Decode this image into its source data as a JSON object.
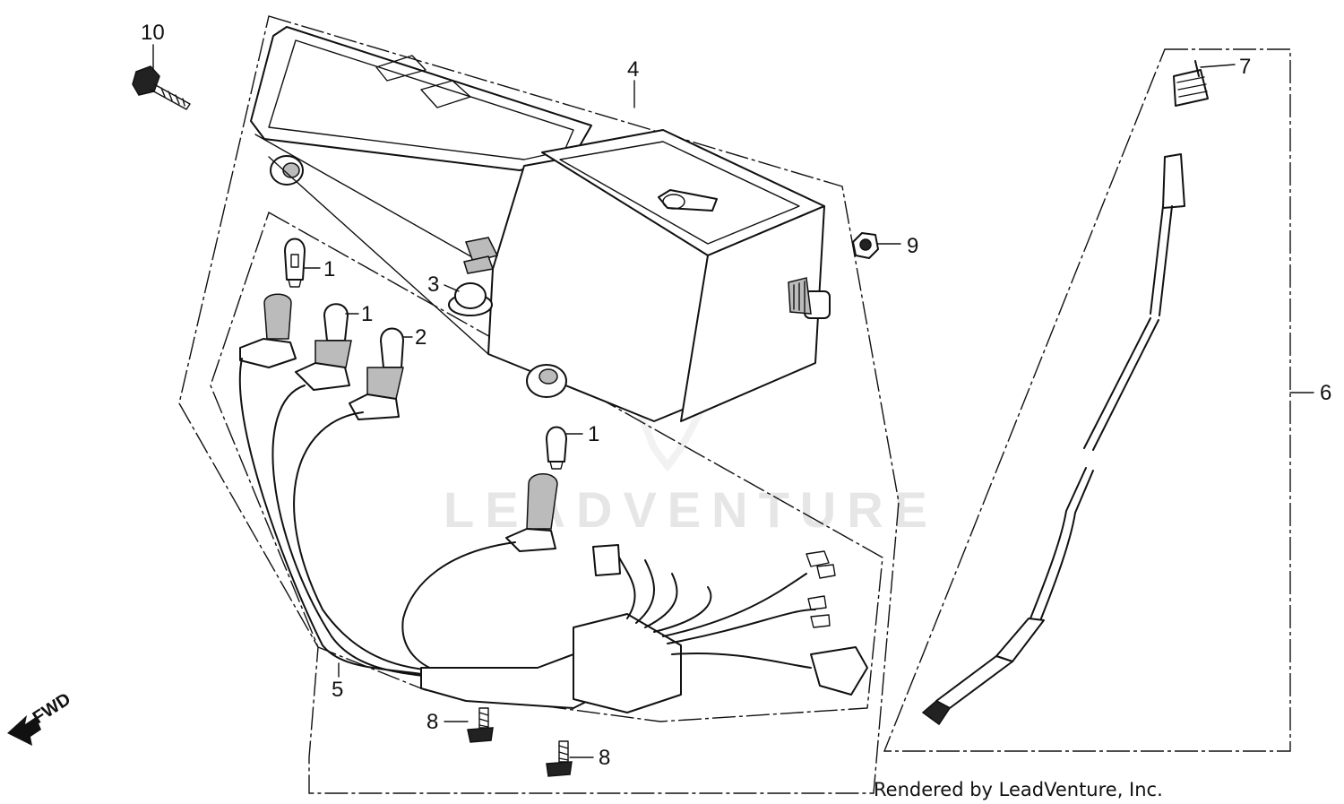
{
  "watermark": "LEADVENTURE",
  "credit": "Rendered by LeadVenture, Inc.",
  "direction_label": "FWD",
  "callouts": [
    {
      "id": "10",
      "label": "10"
    },
    {
      "id": "4",
      "label": "4"
    },
    {
      "id": "7",
      "label": "7"
    },
    {
      "id": "9",
      "label": "9"
    },
    {
      "id": "1a",
      "label": "1"
    },
    {
      "id": "3",
      "label": "3"
    },
    {
      "id": "1b",
      "label": "1"
    },
    {
      "id": "2",
      "label": "2"
    },
    {
      "id": "6",
      "label": "6"
    },
    {
      "id": "1c",
      "label": "1"
    },
    {
      "id": "5",
      "label": "5"
    },
    {
      "id": "8a",
      "label": "8"
    },
    {
      "id": "8b",
      "label": "8"
    }
  ]
}
